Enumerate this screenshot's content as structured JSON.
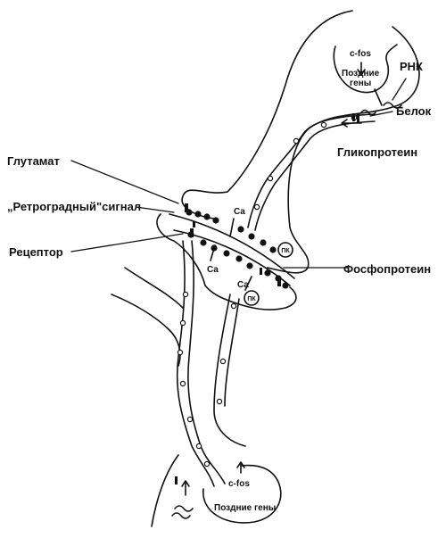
{
  "labels": {
    "glutamate": "Глутамат",
    "retrograde_signal": "„Ретроградный\"сигнал",
    "receptor": "Рецептор",
    "rna": "РНК",
    "protein": "Белок",
    "glycoprotein": "Гликопротеин",
    "phosphoprotein": "Фосфопротеин"
  },
  "top_nucleus": {
    "cfos": "c-fos",
    "late_genes_line1": "Поздние",
    "late_genes_line2": "гены"
  },
  "bottom_nucleus": {
    "cfos": "c-fos",
    "late_genes": "Поздние гены"
  },
  "markers": {
    "calcium": "Ca",
    "protein_kinase": "ПК"
  }
}
